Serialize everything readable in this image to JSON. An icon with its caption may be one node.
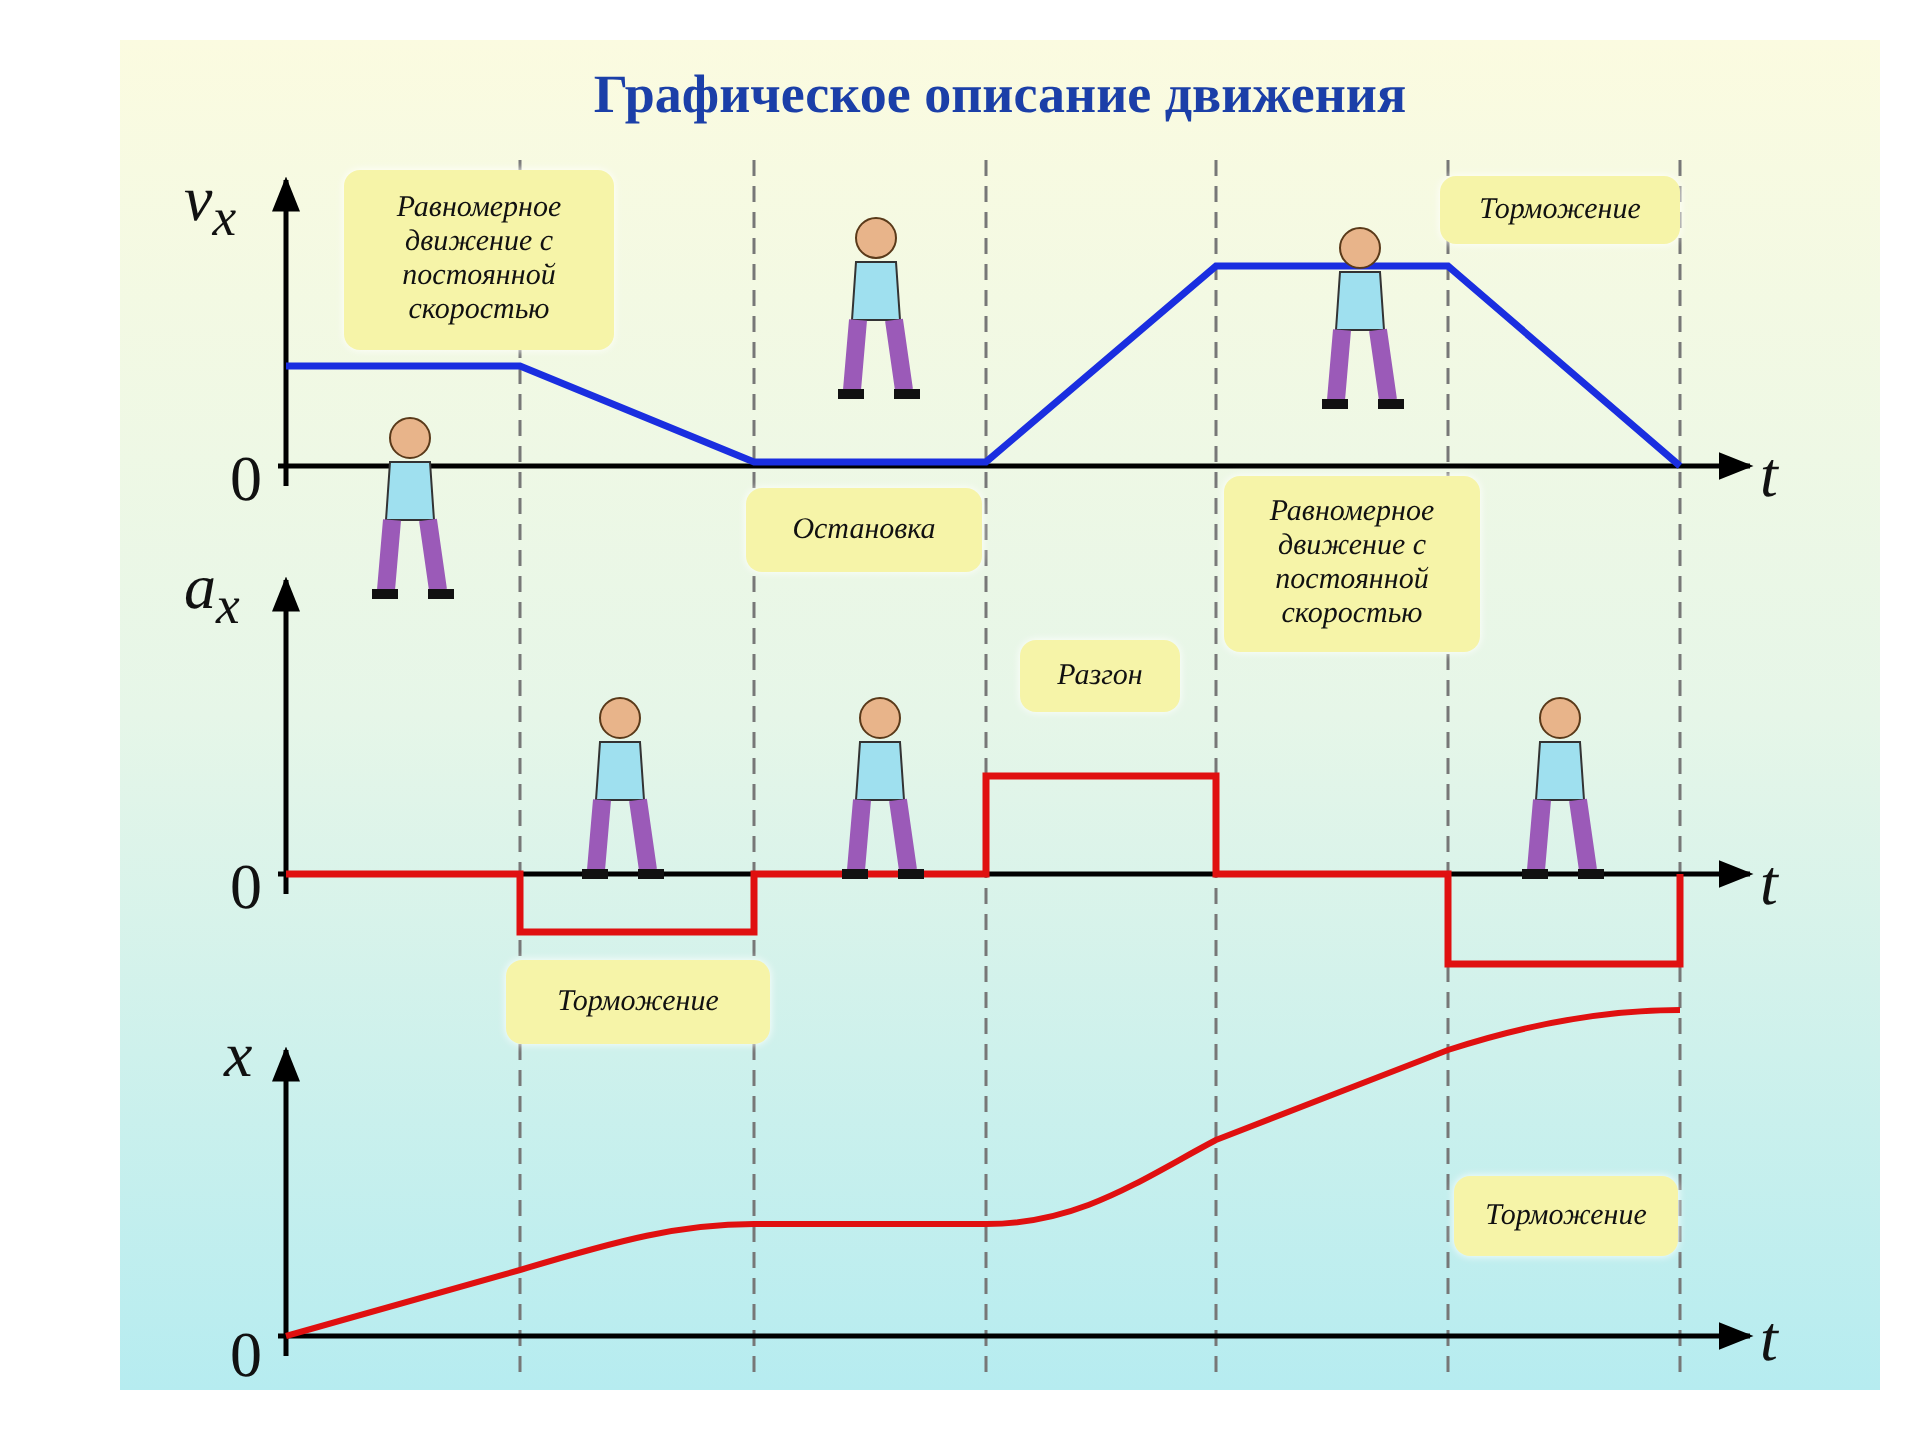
{
  "diagram": {
    "title": "Графическое описание движения",
    "nodes": [
      {
        "text": [
          "Равномерное движение с постоянной скоростью"
        ]
      },
      {
        "text": [
          "Торможение"
        ]
      },
      {
        "text": [
          "Остановка"
        ]
      },
      {
        "text": [
          "Равномерное движение с постоянной скоростью"
        ]
      },
      {
        "text": [
          "Разгон"
        ]
      },
      {
        "text": [
          "Торможение"
        ]
      },
      {
        "text": [
          "Торможение"
        ]
      }
    ],
    "edges": [],
    "labels": [
      "v$_{x}$",
      "0",
      "t",
      "a$_{x}$",
      "0",
      "t",
      "x",
      "0",
      "t"
    ]
  }
}
